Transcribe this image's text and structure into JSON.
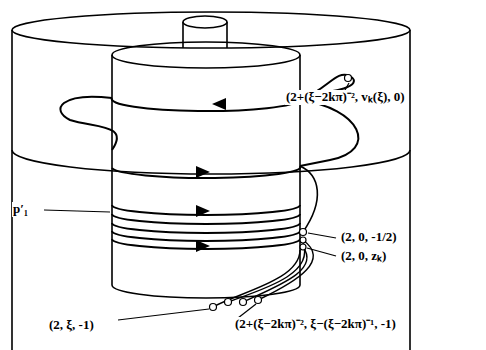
{
  "diagram": {
    "labels": [
      "(2+(ξ−2kπ)⁻², vₖ(ξ), 0)",
      "p′₁",
      "(2, 0, -1/2)",
      "(2, 0, zₖ)",
      "(2, ξ, -1)",
      "(2+(ξ−2kπ)⁻², ξ−(ξ−2kπ)⁻¹, -1)"
    ]
  }
}
